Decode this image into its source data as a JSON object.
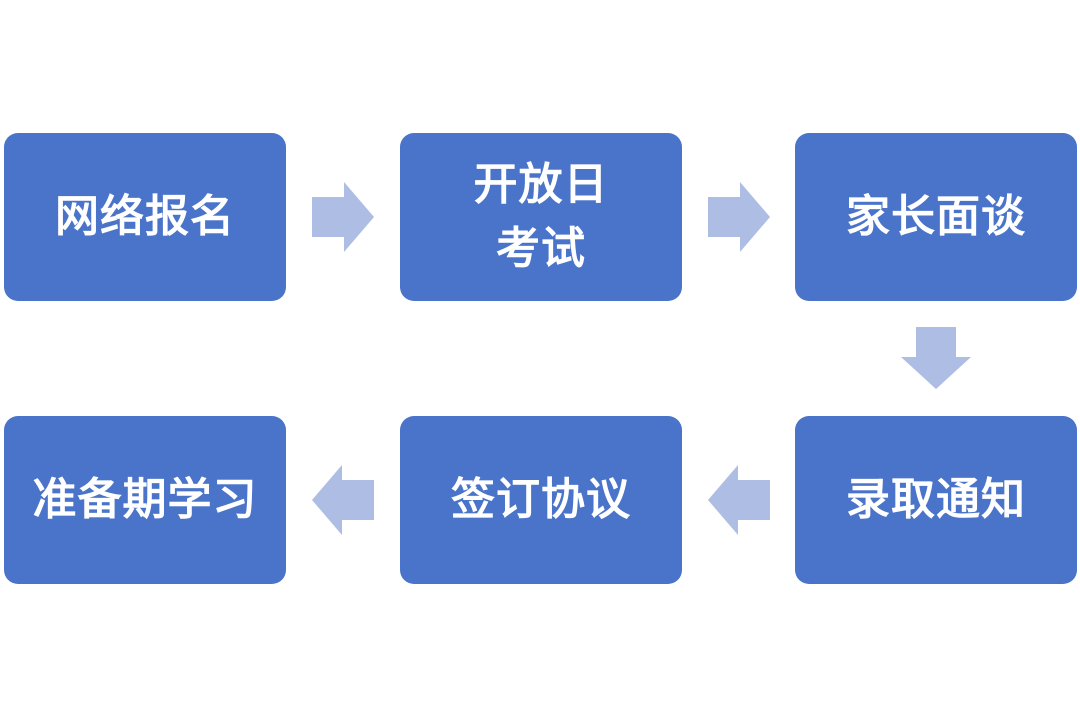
{
  "colors": {
    "box": "#4a74c9",
    "arrow": "#aebde3",
    "text": "#ffffff"
  },
  "steps": [
    {
      "lines": [
        "网络报名"
      ]
    },
    {
      "lines": [
        "开放日",
        "考试"
      ]
    },
    {
      "lines": [
        "家长面谈"
      ]
    },
    {
      "lines": [
        "录取通知"
      ]
    },
    {
      "lines": [
        "签订协议"
      ]
    },
    {
      "lines": [
        "准备期学习"
      ]
    }
  ],
  "arrows": [
    {
      "direction": "right",
      "icon": "arrow-right-icon"
    },
    {
      "direction": "right",
      "icon": "arrow-right-icon"
    },
    {
      "direction": "down",
      "icon": "arrow-down-icon"
    },
    {
      "direction": "left",
      "icon": "arrow-left-icon"
    },
    {
      "direction": "left",
      "icon": "arrow-left-icon"
    }
  ]
}
